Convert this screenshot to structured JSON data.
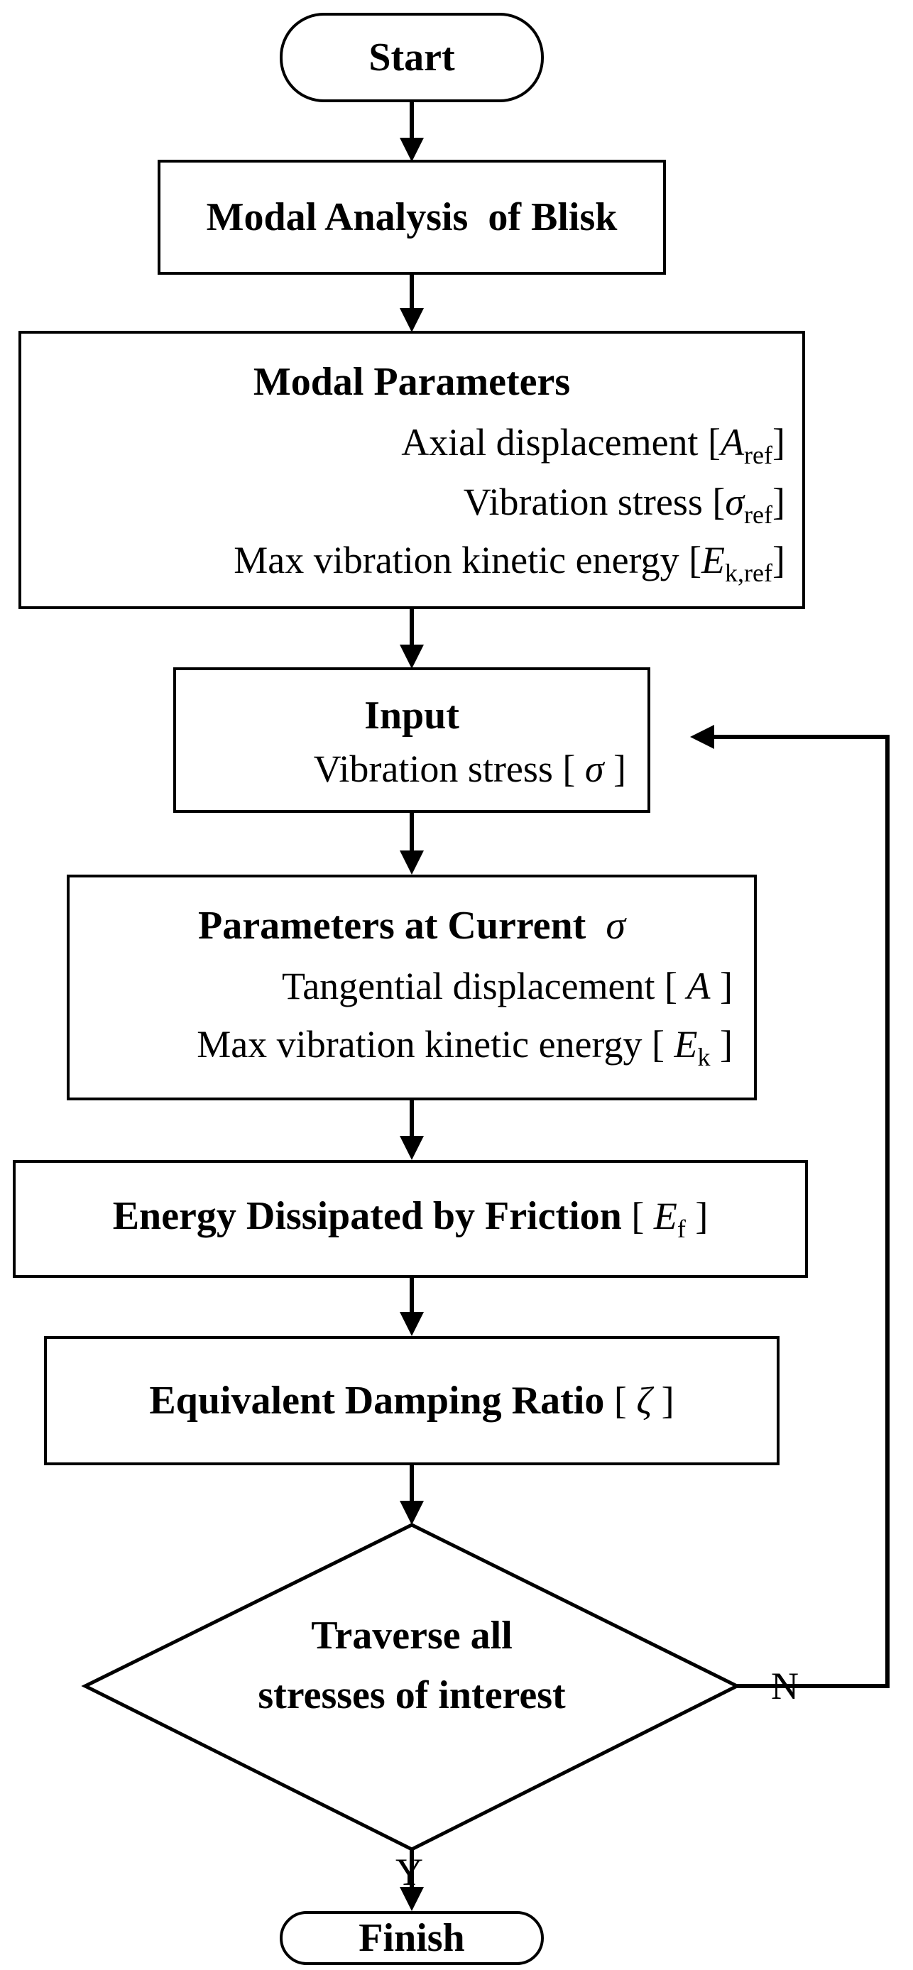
{
  "start": {
    "label": "Start"
  },
  "modal_analysis": {
    "label": "Modal Analysis  of Blisk"
  },
  "modal_parameters": {
    "title": "Modal Parameters",
    "axial": {
      "text": "Axial displacement [",
      "symbol": "A",
      "subscript": "ref",
      "close": "]"
    },
    "stress": {
      "text": "Vibration stress [",
      "symbol": "σ",
      "subscript": "ref",
      "close": "]"
    },
    "energy": {
      "text": "Max vibration kinetic energy [",
      "symbol": "E",
      "subscript": "k,ref",
      "close": "]"
    }
  },
  "input": {
    "title": "Input",
    "stress": {
      "text": "Vibration stress [ ",
      "symbol": "σ",
      "close": " ]"
    }
  },
  "current": {
    "title": "Parameters at Current",
    "title_symbol": "σ",
    "tangential": {
      "text": "Tangential displacement [ ",
      "symbol": "A",
      "close": " ]"
    },
    "energy": {
      "text": "Max vibration kinetic energy [ ",
      "symbol": "E",
      "subscript": "k",
      "close": " ]"
    }
  },
  "friction": {
    "label": "Energy Dissipated by Friction",
    "open": " [ ",
    "symbol": "E",
    "subscript": "f",
    "close": " ]"
  },
  "damping": {
    "label": "Equivalent Damping Ratio",
    "open": " [ ",
    "symbol": "ζ",
    "close": " ]"
  },
  "decision": {
    "line1": "Traverse all",
    "line2": "stresses of interest"
  },
  "branch_no": "N",
  "branch_yes": "Y",
  "finish": {
    "label": "Finish"
  }
}
